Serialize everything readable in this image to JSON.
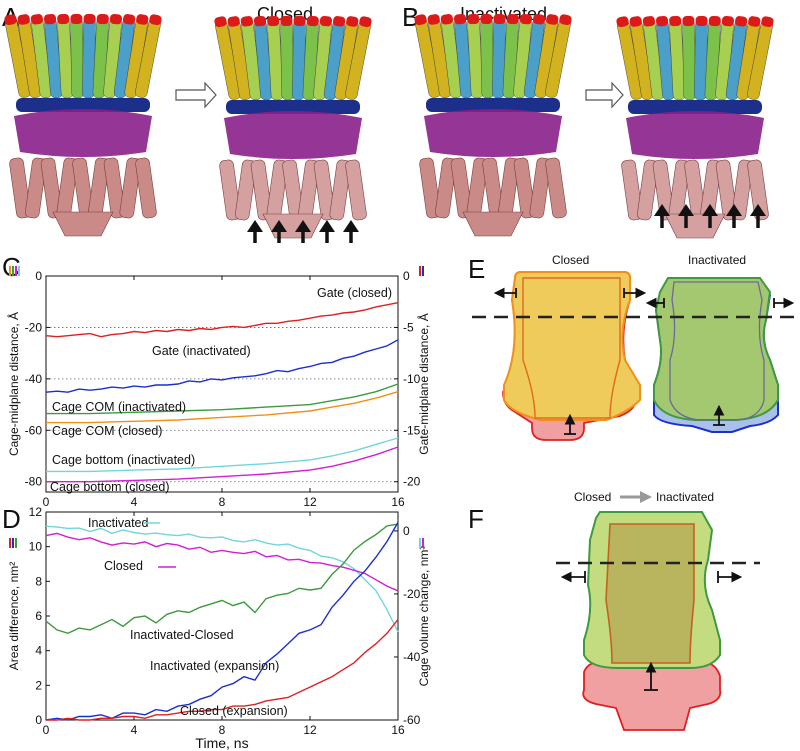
{
  "panels": {
    "A": {
      "letter": "A",
      "title": "Closed"
    },
    "B": {
      "letter": "B",
      "title": "Inactivated"
    },
    "C": {
      "letter": "C"
    },
    "D": {
      "letter": "D"
    },
    "E": {
      "letter": "E",
      "closed_label": "Closed",
      "inactivated_label": "Inactivated"
    },
    "F": {
      "letter": "F",
      "closed_label": "Closed",
      "inactivated_label": "Inactivated"
    }
  },
  "colors": {
    "red": "#e02020",
    "blue": "#1a2fd0",
    "green": "#3e9a3e",
    "orange": "#f0901a",
    "cyan": "#6fd6dc",
    "magenta": "#d020d0",
    "helix_red": "#dd1a1a",
    "helix_yellow": "#d2b21e",
    "helix_green": "#7cc24a",
    "helix_cyan": "#4aa0c8",
    "dark_blue": "#1c2f8a",
    "purple": "#8a1f8a",
    "pink": "#c98a88",
    "orange_fill": "#f2bf52",
    "green_fill": "#a8c870",
    "pink_fill": "#ee9a9a",
    "lightblue_fill": "#a8c0ea"
  },
  "chart_data": [
    {
      "type": "line",
      "panel": "C",
      "xlabel": "",
      "ylabel_left": "Cage-midplane distance, Å",
      "ylabel_right": "Gate-midplane distance, Å",
      "xlim": [
        0,
        16
      ],
      "ylim_left": [
        -84,
        0
      ],
      "ylim_right": [
        -21,
        0
      ],
      "x_ticks": [
        "0",
        "4",
        "8",
        "12",
        "16"
      ],
      "y_ticks_left": [
        "0",
        "-20",
        "-40",
        "-60",
        "-80"
      ],
      "y_ticks_right": [
        "0",
        "-5",
        "-10",
        "-15",
        "-20"
      ],
      "dotted_reference_lines": [
        -20,
        -40,
        -60,
        -80
      ],
      "series": [
        {
          "name": "Gate (closed)",
          "axis": "right",
          "color": "#e02020",
          "x": [
            0,
            0.5,
            1,
            1.5,
            2,
            2.5,
            3,
            3.5,
            4,
            4.5,
            5,
            5.5,
            6,
            6.5,
            7,
            7.5,
            8,
            8.5,
            9,
            9.5,
            10,
            10.5,
            11,
            11.5,
            12,
            12.5,
            13,
            13.5,
            14,
            14.5,
            15,
            15.5,
            16
          ],
          "y": [
            -5.8,
            -5.9,
            -5.8,
            -5.7,
            -5.6,
            -5.9,
            -5.7,
            -5.6,
            -5.4,
            -5.5,
            -5.3,
            -5.4,
            -5.2,
            -5.3,
            -5.1,
            -5.2,
            -5.0,
            -4.9,
            -5.0,
            -4.8,
            -4.6,
            -4.6,
            -4.4,
            -4.3,
            -4.1,
            -3.9,
            -3.8,
            -3.6,
            -3.5,
            -3.3,
            -3.0,
            -2.8,
            -2.6
          ]
        },
        {
          "name": "Gate (inactivated)",
          "axis": "right",
          "color": "#1a2fd0",
          "x": [
            0,
            0.5,
            1,
            1.5,
            2,
            2.5,
            3,
            3.5,
            4,
            4.5,
            5,
            5.5,
            6,
            6.5,
            7,
            7.5,
            8,
            8.5,
            9,
            9.5,
            10,
            10.5,
            11,
            11.5,
            12,
            12.5,
            13,
            13.5,
            14,
            14.5,
            15,
            15.5,
            16
          ],
          "y": [
            -11.3,
            -11.2,
            -11.3,
            -11.0,
            -11.1,
            -11.0,
            -10.8,
            -10.9,
            -10.7,
            -10.8,
            -10.6,
            -10.6,
            -10.5,
            -10.2,
            -10.3,
            -10.0,
            -10.1,
            -9.9,
            -9.8,
            -9.7,
            -9.5,
            -9.2,
            -9.3,
            -9.0,
            -8.8,
            -8.5,
            -8.4,
            -8.0,
            -7.8,
            -7.4,
            -7.1,
            -6.8,
            -6.2
          ]
        },
        {
          "name": "Cage COM (inactivated)",
          "axis": "left",
          "color": "#3e9a3e",
          "x": [
            0,
            2,
            4,
            6,
            8,
            10,
            12,
            13,
            14,
            15,
            16
          ],
          "y": [
            -53.5,
            -53.5,
            -53.0,
            -52.5,
            -52.0,
            -51.0,
            -50.0,
            -48.5,
            -47.0,
            -45.0,
            -42.0
          ]
        },
        {
          "name": "Cage COM (closed)",
          "axis": "left",
          "color": "#f0901a",
          "x": [
            0,
            2,
            4,
            6,
            8,
            10,
            12,
            13,
            14,
            15,
            16
          ],
          "y": [
            -57.0,
            -57.0,
            -56.5,
            -56.0,
            -55.0,
            -54.0,
            -52.5,
            -51.0,
            -49.5,
            -47.5,
            -45.0
          ]
        },
        {
          "name": "Cage bottom (inactivated)",
          "axis": "left",
          "color": "#6fd6dc",
          "x": [
            0,
            2,
            4,
            6,
            8,
            10,
            12,
            13,
            14,
            15,
            16
          ],
          "y": [
            -76.0,
            -76.0,
            -75.5,
            -75.0,
            -74.0,
            -73.0,
            -71.5,
            -70.0,
            -68.0,
            -65.5,
            -63.0
          ]
        },
        {
          "name": "Cage bottom (closed)",
          "axis": "left",
          "color": "#d020d0",
          "x": [
            0,
            2,
            4,
            6,
            8,
            10,
            12,
            13,
            14,
            15,
            16
          ],
          "y": [
            -80.0,
            -80.0,
            -79.5,
            -79.0,
            -78.0,
            -77.0,
            -75.5,
            -74.0,
            -72.0,
            -69.5,
            -66.5
          ]
        }
      ]
    },
    {
      "type": "line",
      "panel": "D",
      "xlabel": "Time, ns",
      "ylabel_left": "Area difference, nm²",
      "ylabel_right": "Cage volume change, nm³",
      "xlim": [
        0,
        16
      ],
      "ylim_left": [
        0,
        12
      ],
      "ylim_right": [
        -60,
        6
      ],
      "x_ticks": [
        "0",
        "4",
        "8",
        "12",
        "16"
      ],
      "y_ticks_left": [
        "0",
        "2",
        "4",
        "6",
        "8",
        "10",
        "12"
      ],
      "y_ticks_right": [
        "0",
        "-20",
        "-40",
        "-60"
      ],
      "series": [
        {
          "name": "Inactivated",
          "axis": "right",
          "color": "#6fd6dc",
          "x": [
            0,
            0.5,
            1,
            1.5,
            2,
            2.5,
            3,
            3.5,
            4,
            4.5,
            5,
            5.5,
            6,
            6.5,
            7,
            7.5,
            8,
            8.5,
            9,
            9.5,
            10,
            10.5,
            11,
            11.5,
            12,
            12.5,
            13,
            13.5,
            14,
            14.5,
            15,
            15.5,
            16
          ],
          "y": [
            1.5,
            1.2,
            0.8,
            0.9,
            -0.2,
            0.8,
            -0.8,
            0.3,
            -0.5,
            -1.0,
            -0.7,
            -1.2,
            -1.5,
            -1.0,
            -2.0,
            -2.2,
            -1.9,
            -3.0,
            -3.5,
            -2.8,
            -3.8,
            -4.5,
            -4.2,
            -5.5,
            -6.2,
            -8.0,
            -8.5,
            -9.8,
            -12.0,
            -15.5,
            -19.0,
            -25.0,
            -32.0
          ]
        },
        {
          "name": "Closed",
          "axis": "right",
          "color": "#d020d0",
          "x": [
            0,
            0.5,
            1,
            1.5,
            2,
            2.5,
            3,
            3.5,
            4,
            4.5,
            5,
            5.5,
            6,
            6.5,
            7,
            7.5,
            8,
            8.5,
            9,
            9.5,
            10,
            10.5,
            11,
            11.5,
            12,
            12.5,
            13,
            13.5,
            14,
            14.5,
            15,
            15.5,
            16
          ],
          "y": [
            -1.5,
            -0.8,
            -2.0,
            -2.8,
            -2.2,
            -3.5,
            -4.5,
            -3.8,
            -4.2,
            -3.5,
            -5.0,
            -4.0,
            -4.5,
            -5.8,
            -5.2,
            -6.8,
            -6.2,
            -6.8,
            -7.2,
            -6.5,
            -8.2,
            -7.8,
            -9.2,
            -9.0,
            -10.0,
            -10.2,
            -11.0,
            -11.5,
            -12.5,
            -13.5,
            -15.5,
            -17.5,
            -19.0
          ]
        },
        {
          "name": "Inactivated-Closed",
          "axis": "left",
          "color": "#3e9a3e",
          "x": [
            0,
            0.5,
            1,
            1.5,
            2,
            2.5,
            3,
            3.5,
            4,
            4.5,
            5,
            5.5,
            6,
            6.5,
            7,
            7.5,
            8,
            8.5,
            9,
            9.5,
            10,
            10.5,
            11,
            11.5,
            12,
            12.5,
            13,
            13.5,
            14,
            14.5,
            15,
            15.5,
            16
          ],
          "y": [
            5.7,
            5.2,
            5.0,
            5.3,
            5.2,
            5.5,
            5.8,
            5.4,
            5.9,
            6.0,
            5.6,
            6.1,
            6.3,
            6.2,
            6.5,
            6.7,
            6.9,
            6.6,
            6.8,
            6.2,
            7.0,
            7.2,
            7.3,
            7.6,
            7.5,
            7.6,
            8.4,
            9.0,
            9.8,
            10.3,
            10.7,
            11.2,
            11.3
          ]
        },
        {
          "name": "Inactivated (expansion)",
          "axis": "left",
          "color": "#1a2fd0",
          "x": [
            0,
            0.5,
            1,
            1.5,
            2,
            2.5,
            3,
            3.5,
            4,
            4.5,
            5,
            5.5,
            6,
            6.5,
            7,
            7.5,
            8,
            8.5,
            9,
            9.5,
            10,
            10.5,
            11,
            11.5,
            12,
            12.5,
            13,
            13.5,
            14,
            14.5,
            15,
            15.5,
            16
          ],
          "y": [
            0.0,
            0.1,
            0.0,
            0.2,
            0.2,
            0.3,
            0.1,
            0.4,
            0.4,
            0.3,
            0.6,
            0.5,
            0.8,
            0.9,
            1.2,
            1.4,
            1.9,
            2.1,
            2.5,
            2.3,
            3.3,
            3.8,
            4.4,
            5.0,
            5.2,
            5.5,
            6.5,
            7.2,
            8.0,
            8.6,
            9.4,
            10.3,
            11.4
          ]
        },
        {
          "name": "Closed (expansion)",
          "axis": "left",
          "color": "#e02020",
          "x": [
            0,
            0.5,
            1,
            1.5,
            2,
            2.5,
            3,
            3.5,
            4,
            4.5,
            5,
            5.5,
            6,
            6.5,
            7,
            7.5,
            8,
            8.5,
            9,
            9.5,
            10,
            10.5,
            11,
            11.5,
            12,
            12.5,
            13,
            13.5,
            14,
            14.5,
            15,
            15.5,
            16
          ],
          "y": [
            0.0,
            0.0,
            0.1,
            0.0,
            0.0,
            0.1,
            0.1,
            0.2,
            0.2,
            0.1,
            0.3,
            0.3,
            0.4,
            0.5,
            0.5,
            0.6,
            0.6,
            0.8,
            0.8,
            0.9,
            1.1,
            1.2,
            1.3,
            1.6,
            1.9,
            2.2,
            2.5,
            2.9,
            3.3,
            3.9,
            4.4,
            5.0,
            5.8
          ]
        }
      ]
    }
  ],
  "annotations_C": [
    "Gate (closed)",
    "Gate (inactivated)",
    "Cage COM (inactivated)",
    "Cage COM (closed)",
    "Cage bottom (inactivated)",
    "Cage bottom (closed)"
  ],
  "annotations_D": [
    "Inactivated",
    "Closed",
    "Inactivated-Closed",
    "Inactivated (expansion)",
    "Closed (expansion)"
  ]
}
